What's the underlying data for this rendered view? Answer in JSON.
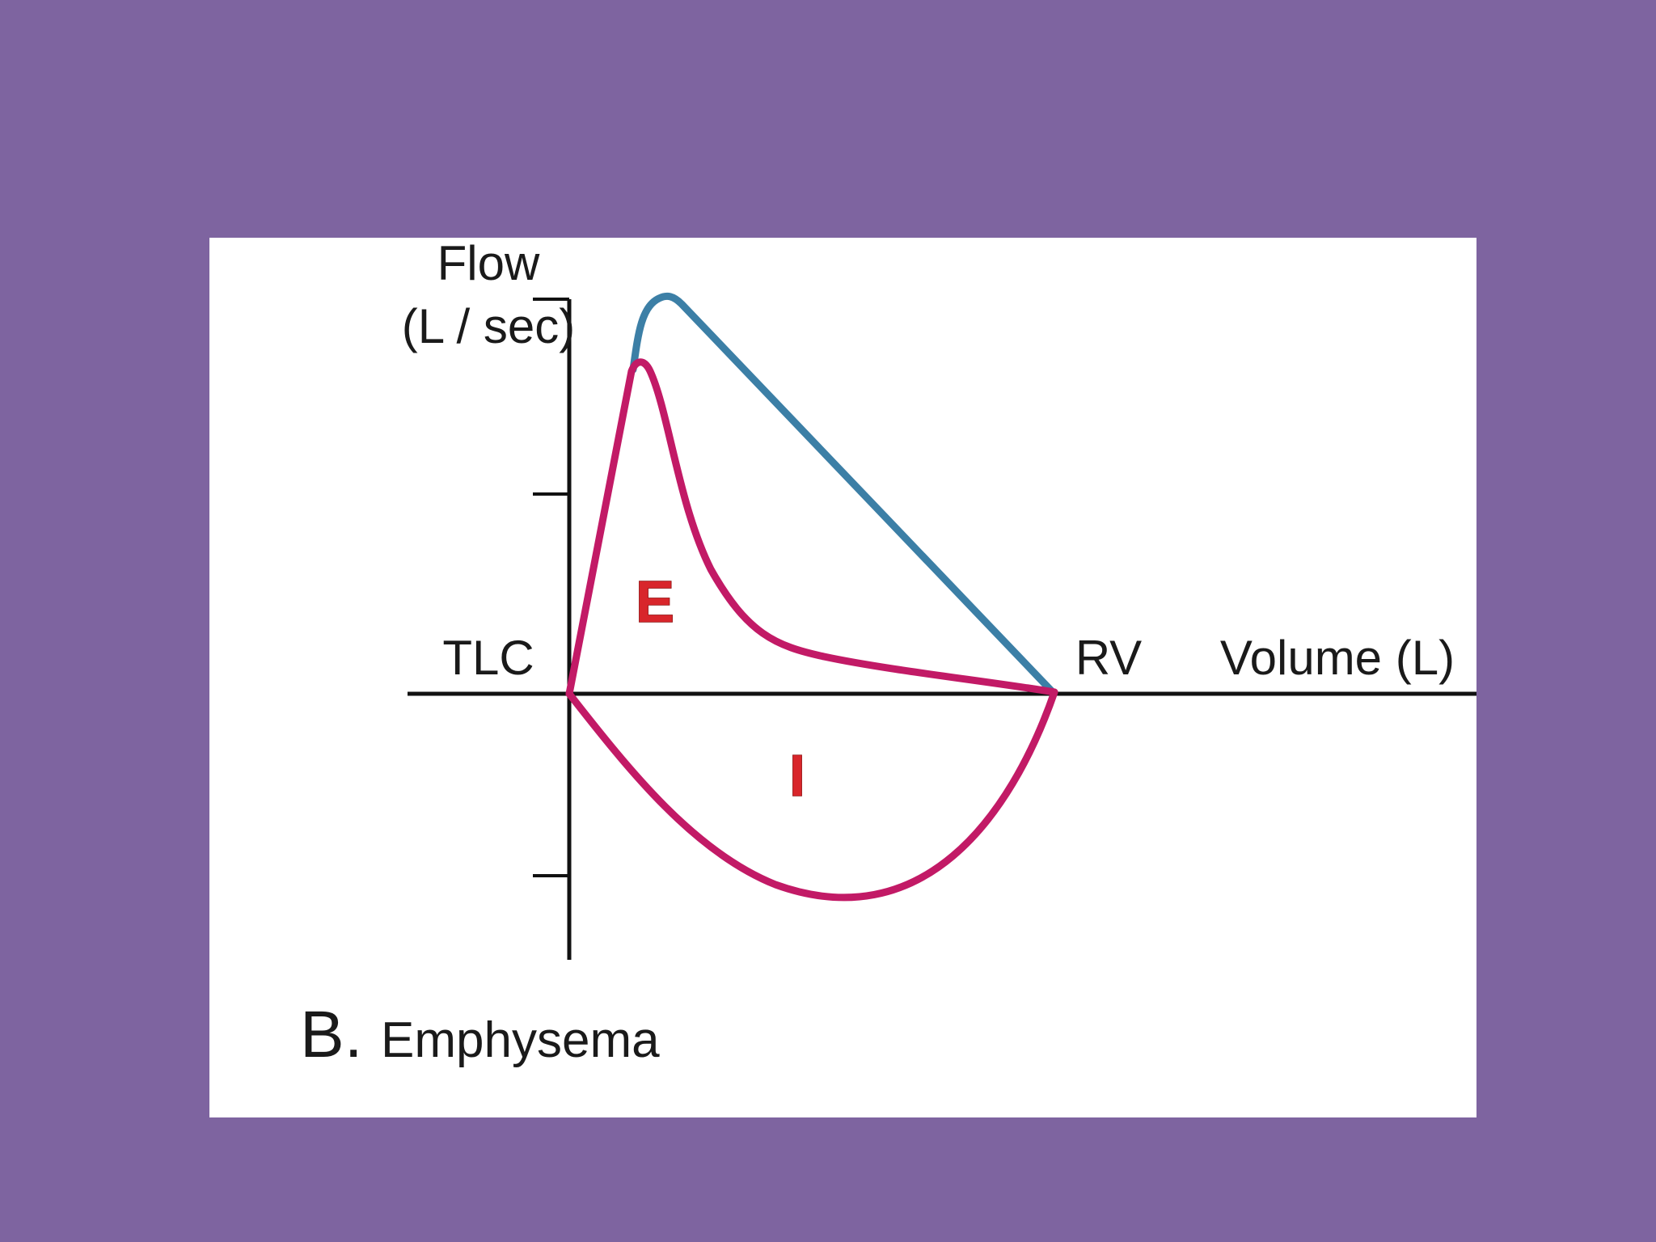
{
  "figure": {
    "y_axis_label_line1": "Flow",
    "y_axis_label_line2": "(L / sec)",
    "x_axis_label": "Volume (L)",
    "tlc_label": "TLC",
    "rv_label": "RV",
    "expiration_label": "E",
    "inspiration_label": "I",
    "panel_letter": "B.",
    "caption": "Emphysema"
  },
  "colors": {
    "background": "#7e64a0",
    "panel": "#ffffff",
    "normal_curve": "#3c7fa6",
    "emphysema_curve": "#c21a66",
    "axes": "#111111",
    "loop_mark": "#d8262b"
  }
}
